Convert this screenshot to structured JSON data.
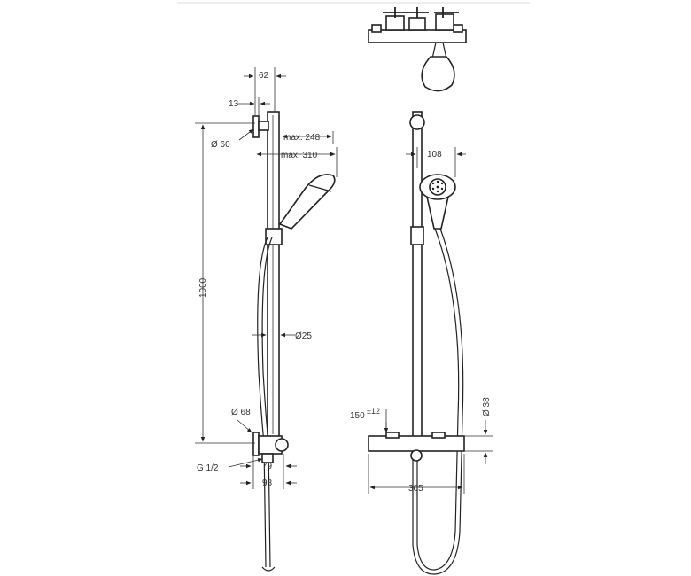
{
  "dimensions": {
    "d62": "62",
    "d13": "13",
    "max248": "max. 248",
    "max310": "max. 310",
    "dia60": "Ø 60",
    "d1000": "1000",
    "dia25": "Ø25",
    "dia68": "Ø 68",
    "g12": "G 1/2",
    "d79": "79",
    "d98": "98",
    "d108": "108",
    "d150": "150",
    "pm12": "±12",
    "dia38": "Ø 38",
    "d305": "305"
  }
}
